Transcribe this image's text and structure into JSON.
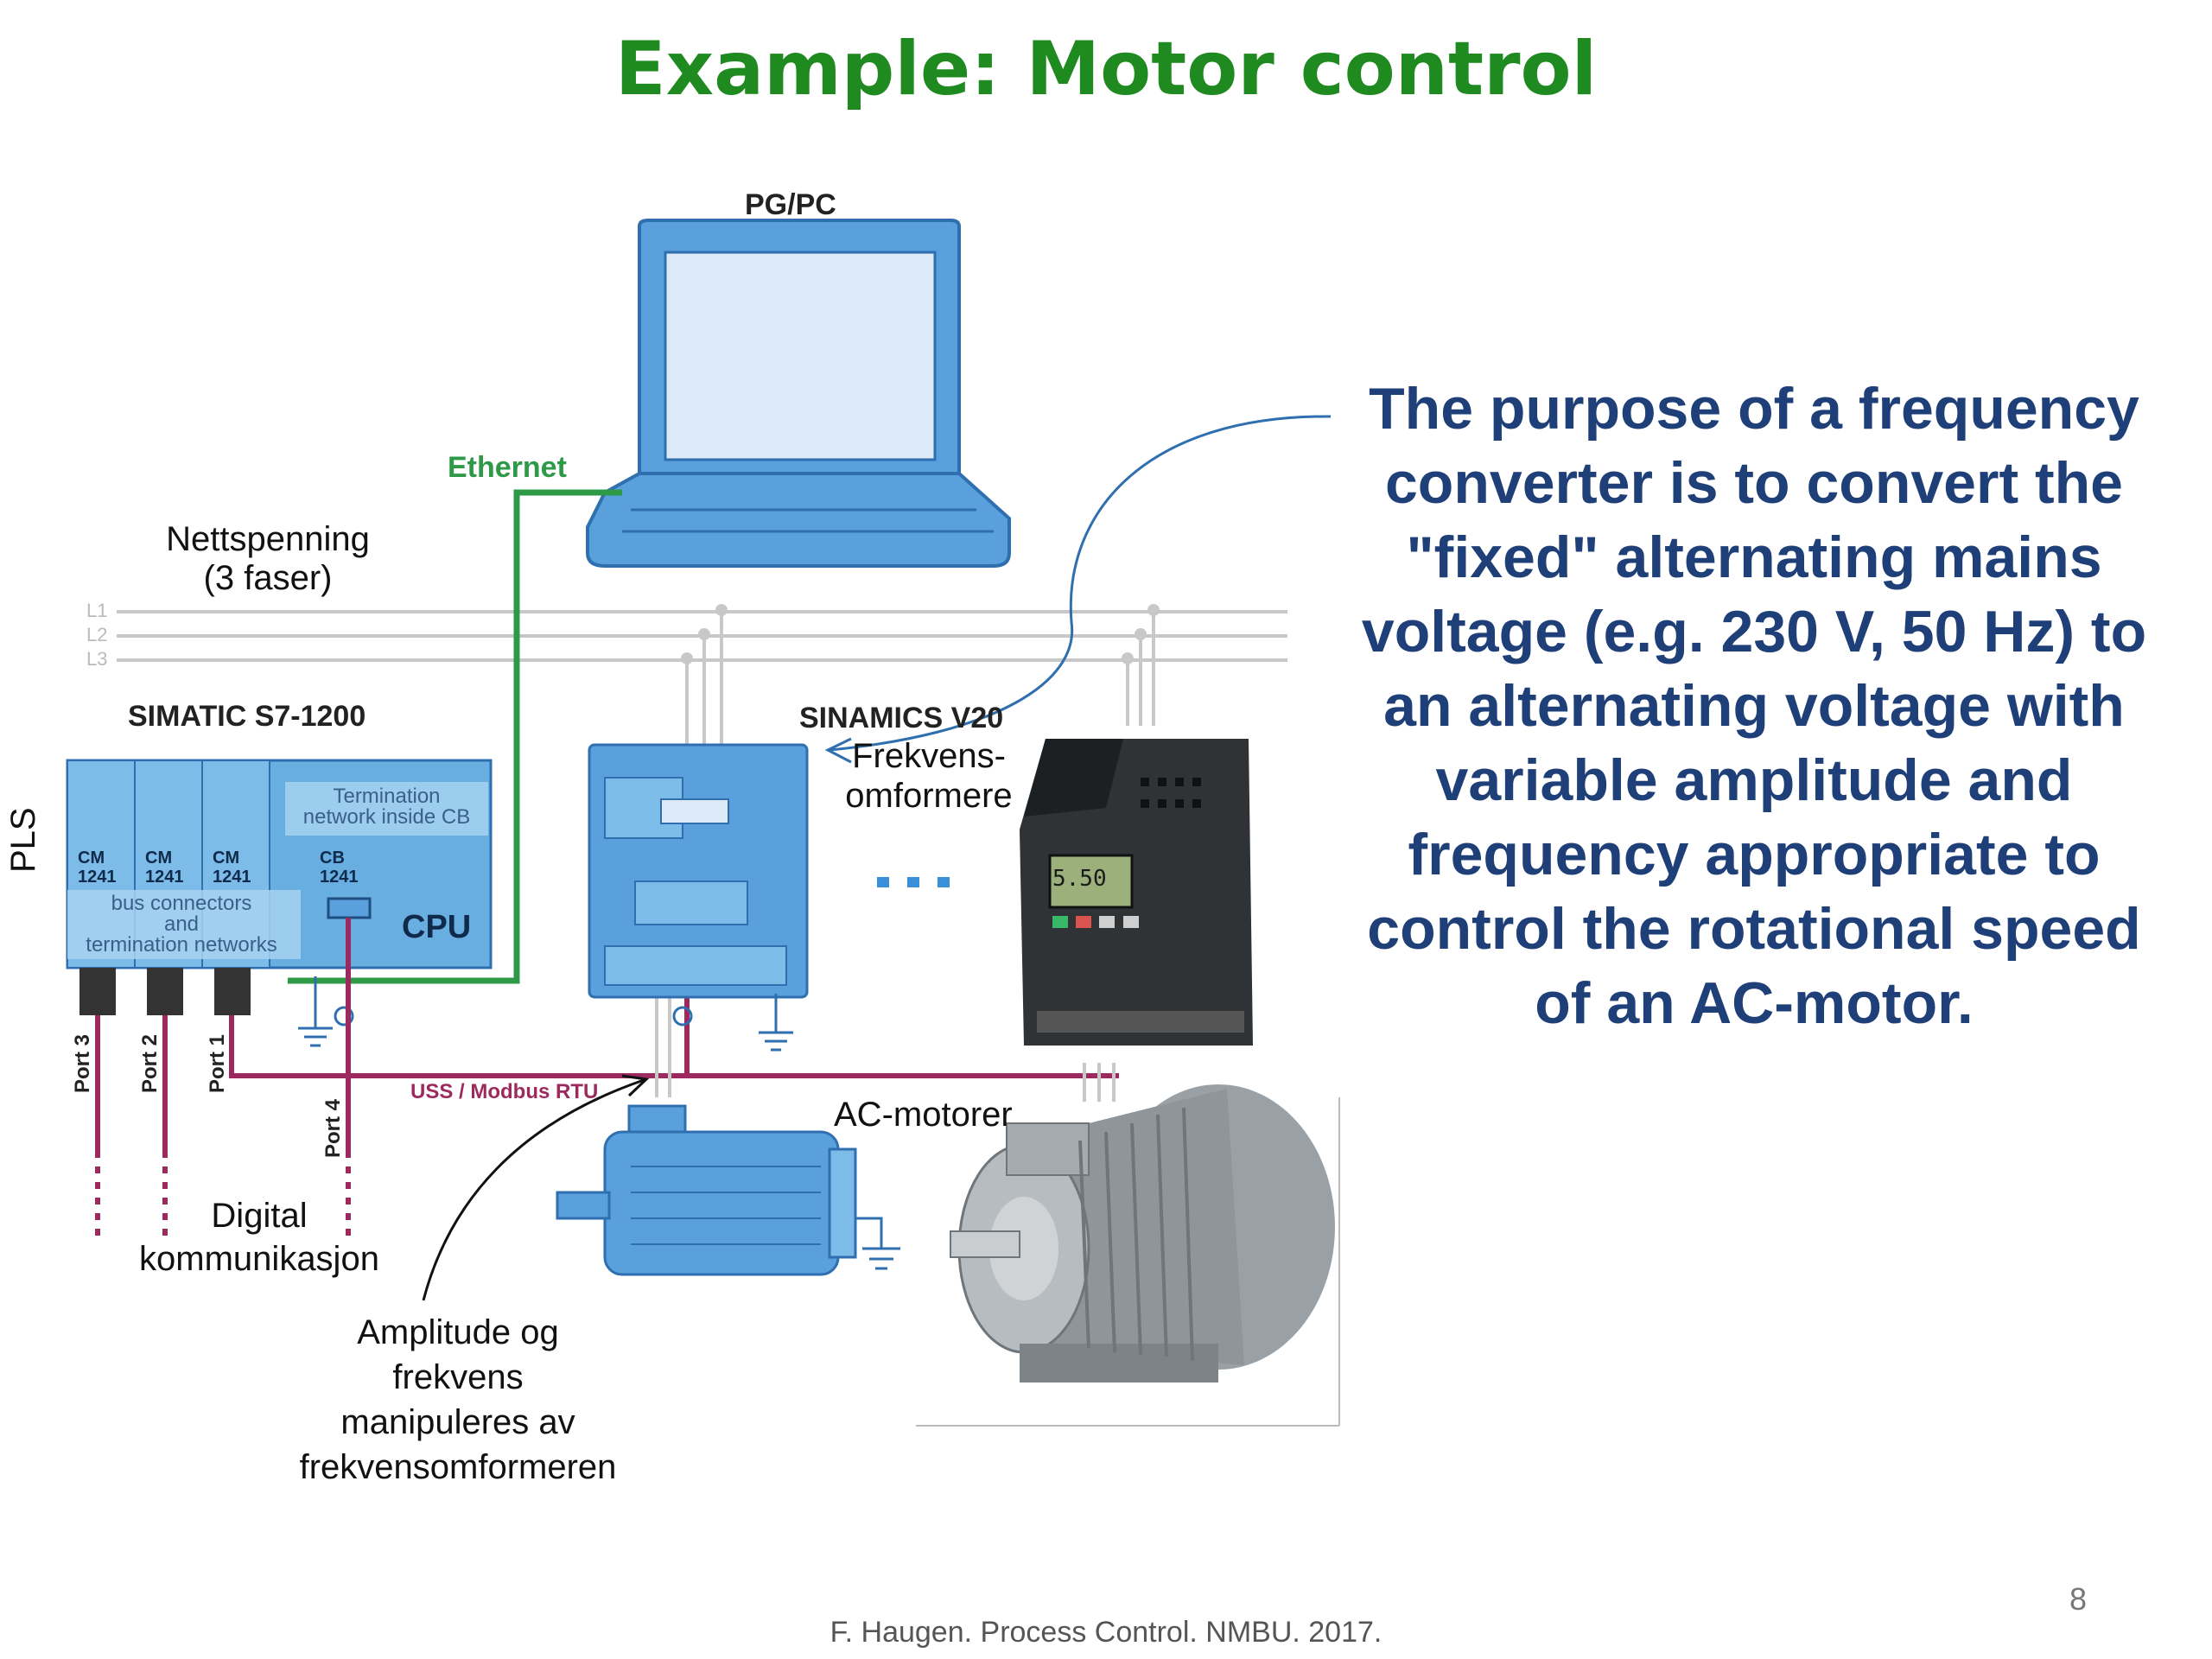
{
  "title": "Example: Motor control",
  "labels": {
    "pgpc": "PG/PC",
    "ethernet": "Ethernet",
    "mains_line1": "Nettspenning",
    "mains_line2": "(3 faser)",
    "phase_l1": "L1",
    "phase_l2": "L2",
    "phase_l3": "L3",
    "simatic": "SIMATIC S7-1200",
    "pls": "PLS",
    "termination_line1": "Termination",
    "termination_line2": "network inside CB",
    "cm1": "CM\n1241",
    "cm2": "CM\n1241",
    "cm3": "CM\n1241",
    "cb": "CB\n1241",
    "bus_line1": "bus connectors",
    "bus_line2": "and",
    "bus_line3": "termination networks",
    "cpu": "CPU",
    "port1": "Port 1",
    "port2": "Port 2",
    "port3": "Port 3",
    "port4": "Port 4",
    "sinamics": "SINAMICS V20",
    "frekvens_line1": "Frekvens-",
    "frekvens_line2": "omformere",
    "dots": "• • •",
    "uss": "USS / Modbus RTU",
    "ac_motorer": "AC-motorer",
    "digital_line1": "Digital",
    "digital_line2": "kommunikasjon",
    "amp_line1": "Amplitude og",
    "amp_line2": "frekvens",
    "amp_line3": "manipuleres av",
    "amp_line4": "frekvensomformeren",
    "display_value": "5.50"
  },
  "purpose_text": "The purpose of a frequency converter is to convert the \"fixed\" alternating mains voltage (e.g. 230 V, 50 Hz) to an alternating voltage with variable amplitude and frequency appropriate to control the rotational speed of an AC-motor.",
  "footer": "F. Haugen. Process Control. NMBU. 2017.",
  "page_number": "8",
  "colors": {
    "title": "#1f8a1f",
    "ethernet": "#2e9a48",
    "bus": "#9c2a5e",
    "device_blue": "#5aa0dc",
    "text_blue": "#1f3f78"
  }
}
